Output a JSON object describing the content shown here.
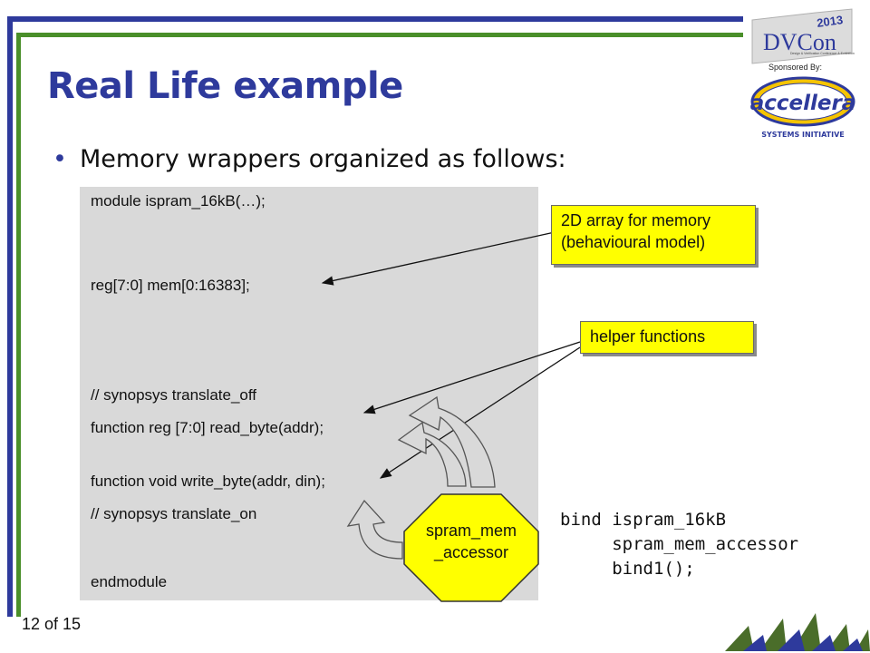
{
  "slide": {
    "title": "Real Life example",
    "bullet": "Memory wrappers organized as follows:",
    "page_number": "12 of 15"
  },
  "code": {
    "lines": [
      "module ispram_16kB(…);",
      "reg[7:0] mem[0:16383];",
      "// synopsys translate_off",
      "function reg [7:0] read_byte(addr);",
      "function void write_byte(addr, din);",
      "// synopsys translate_on",
      "endmodule"
    ]
  },
  "callouts": {
    "array_line1": "2D array for memory",
    "array_line2": "(behavioural model)",
    "helper": "helper functions"
  },
  "octagon": {
    "line1": "spram_mem",
    "line2": "_accessor"
  },
  "bind": {
    "line1": "bind ispram_16kB",
    "line2": "     spram_mem_accessor",
    "line3": "     bind1();"
  },
  "logos": {
    "dvcon_year": "2013",
    "dvcon_name": "DVCon",
    "dvcon_tagline": "Design & Verification Conference & Exhibition",
    "sponsored_by": "Sponsored By:",
    "accellera_name": "accellera",
    "accellera_sub": "SYSTEMS INITIATIVE"
  },
  "colors": {
    "frame_blue": "#2e3a9c",
    "frame_green": "#4a8f2a",
    "title": "#2e3a9c",
    "callout_fill": "#ffff00",
    "code_background": "#d9d9d9"
  }
}
